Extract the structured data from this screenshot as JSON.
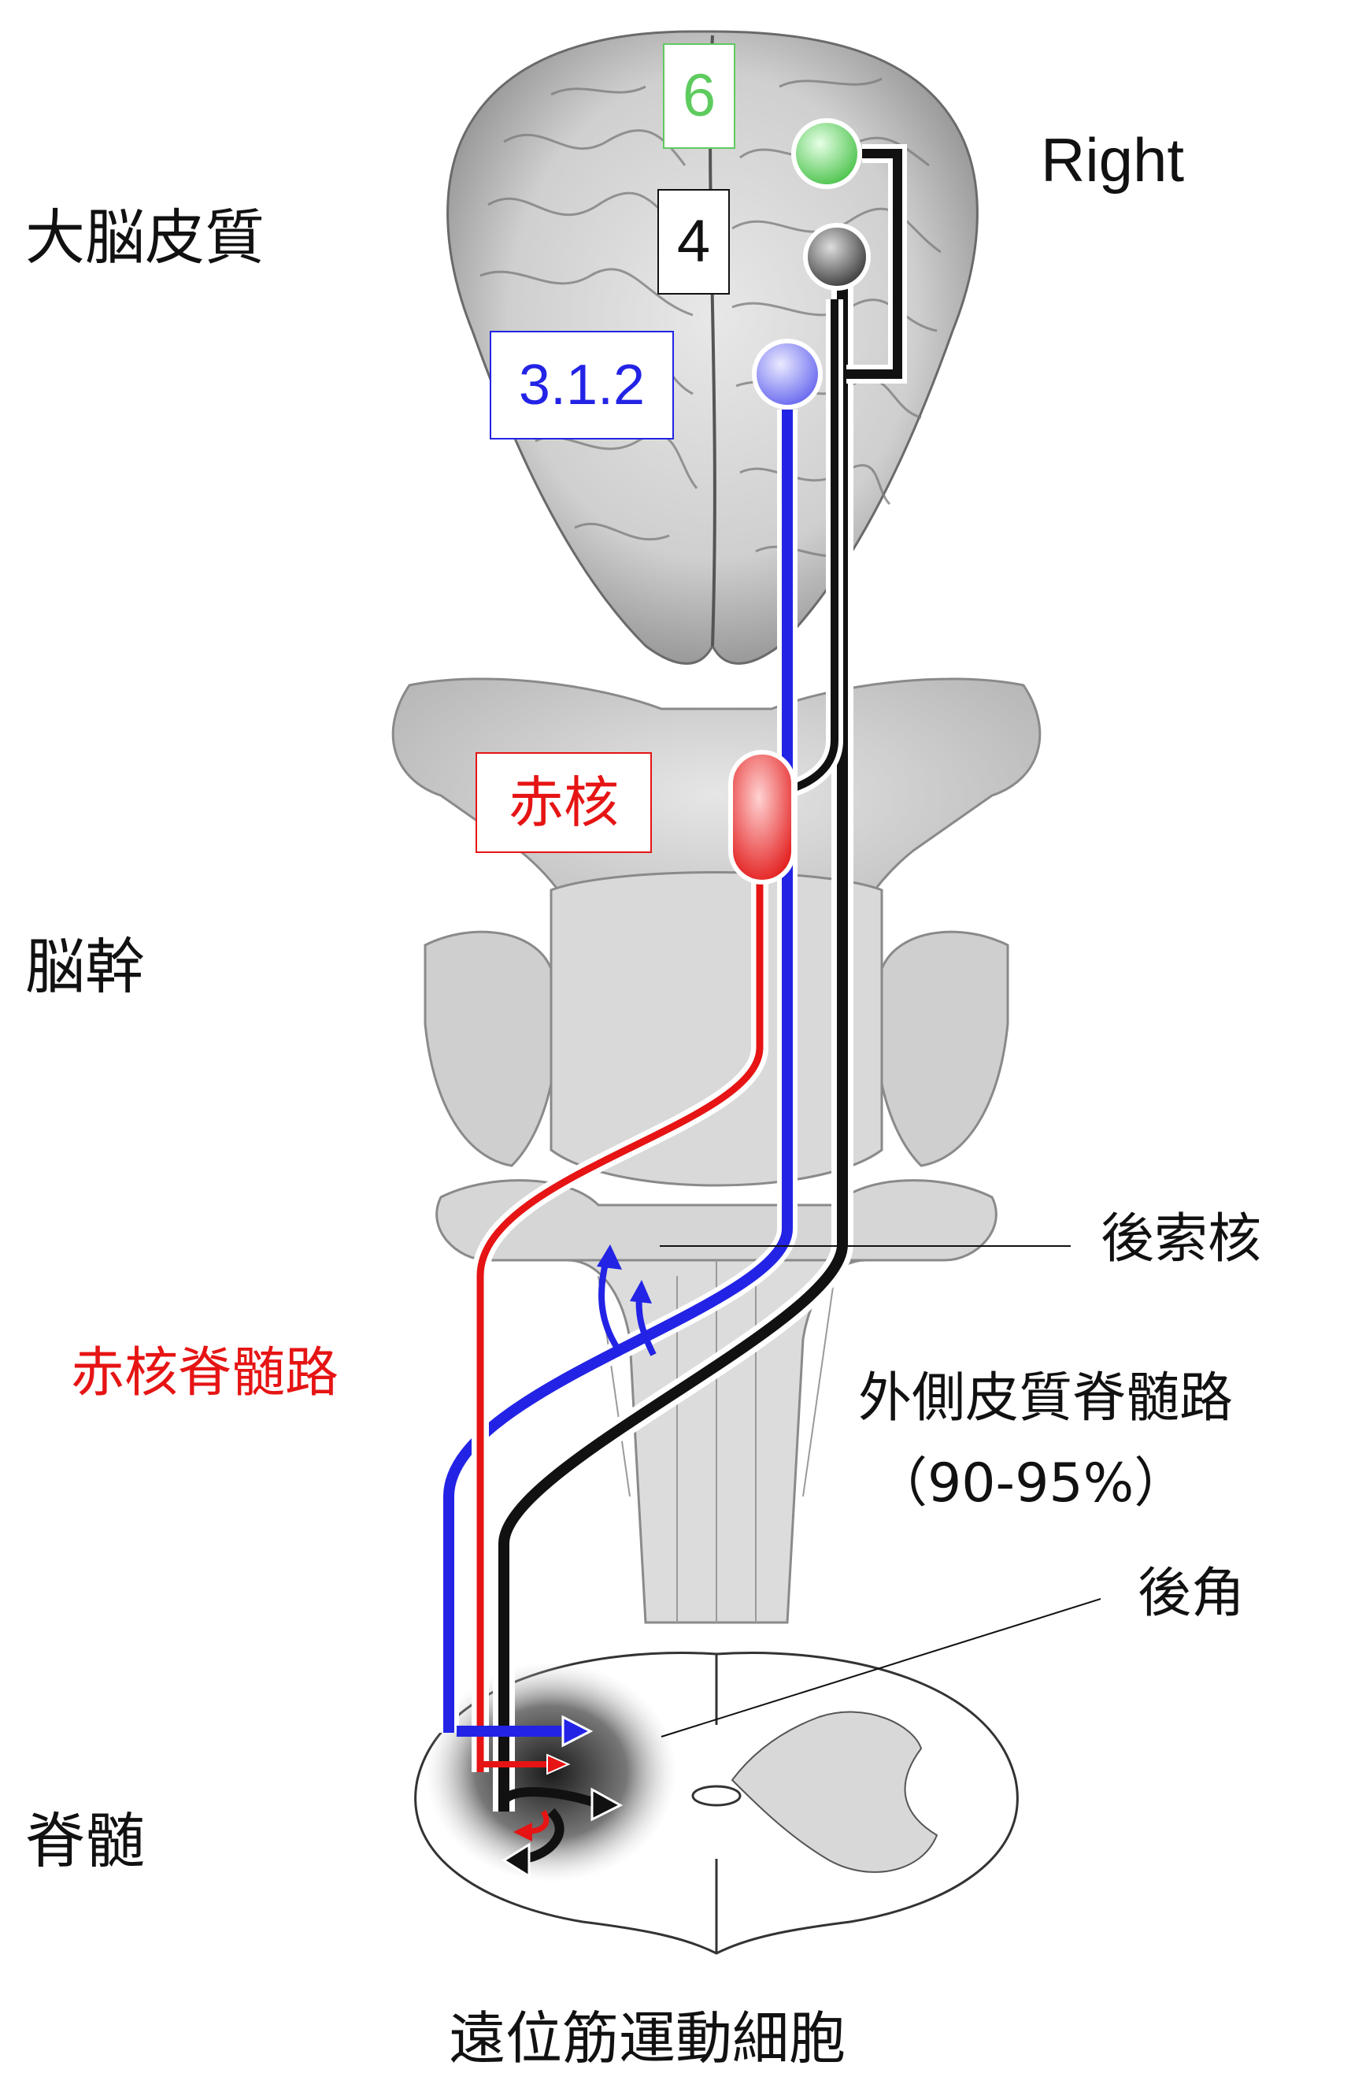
{
  "labels": {
    "orientation": "Right",
    "cerebral_cortex": "大脳皮質",
    "brainstem": "脳幹",
    "spinal_cord": "脊髄",
    "dorsal_column_nuclei": "後索核",
    "rubrospinal_tract": "赤核脊髄路",
    "lateral_corticospinal_tract": "外側皮質脊髄路",
    "lateral_corticospinal_percent": "（90-95%）",
    "dorsal_horn": "後角",
    "distal_muscle_motor_neurons": "遠位筋運動細胞"
  },
  "areas": {
    "premotor": "6",
    "primary_motor": "4",
    "somatosensory": "3.1.2",
    "red_nucleus": "赤核"
  },
  "colors": {
    "premotor": "#5ecb5e",
    "primary_motor": "#111111",
    "somatosensory": "#2323e6",
    "red_nucleus": "#e61414",
    "cortex_node_motor": "#555555"
  }
}
